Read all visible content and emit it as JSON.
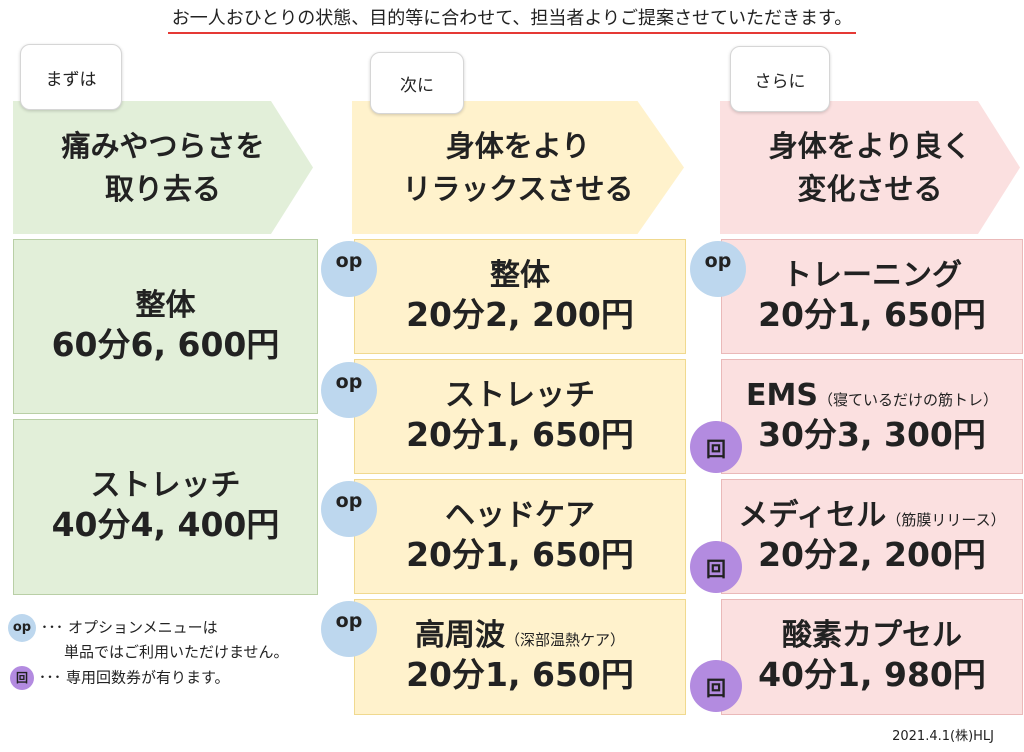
{
  "header": "お一人おひとりの状態、目的等に合わせて、担当者よりご提案させていただきます。",
  "columns": [
    {
      "bubble": "まずは",
      "arrow": "痛みやつらさを\n取り去る",
      "items": [
        {
          "name": "整体",
          "price": "60分6, 600円"
        },
        {
          "name": "ストレッチ",
          "price": "40分4, 400円"
        }
      ]
    },
    {
      "bubble": "次に",
      "arrow": "身体をより\nリラックスさせる",
      "items": [
        {
          "name": "整体",
          "price": "20分2, 200円",
          "badge": "op"
        },
        {
          "name": "ストレッチ",
          "price": "20分1, 650円",
          "badge": "op"
        },
        {
          "name": "ヘッドケア",
          "price": "20分1, 650円",
          "badge": "op"
        },
        {
          "name": "高周波",
          "note": "（深部温熱ケア）",
          "price": "20分1, 650円",
          "badge": "op"
        }
      ]
    },
    {
      "bubble": "さらに",
      "arrow": "身体をより良く\n変化させる",
      "items": [
        {
          "name": "トレーニング",
          "price": "20分1, 650円",
          "badge": "op"
        },
        {
          "name": "EMS",
          "note": "（寝ているだけの筋トレ）",
          "price": "30分3, 300円",
          "badge": "回"
        },
        {
          "name": "メディセル",
          "note": "（筋膜リリース）",
          "price": "20分2, 200円",
          "badge": "回"
        },
        {
          "name": "酸素カプセル",
          "price": "40分1, 980円",
          "badge": "回"
        }
      ]
    }
  ],
  "badges": {
    "op": "op",
    "kai": "回"
  },
  "legend": {
    "op_text": "･･･ オプションメニューは",
    "op_text2": "単品ではご利用いただけません。",
    "kai_text": "･･･ 専用回数券が有ります。"
  },
  "footer": "2021.4.1(株)HLJ",
  "colors": {
    "green": "#e2efd9",
    "yellow": "#fff2cc",
    "pink": "#fbe0e0",
    "op_badge": "#bdd7ee",
    "kai_badge": "#b38be0",
    "underline": "#e53935"
  }
}
